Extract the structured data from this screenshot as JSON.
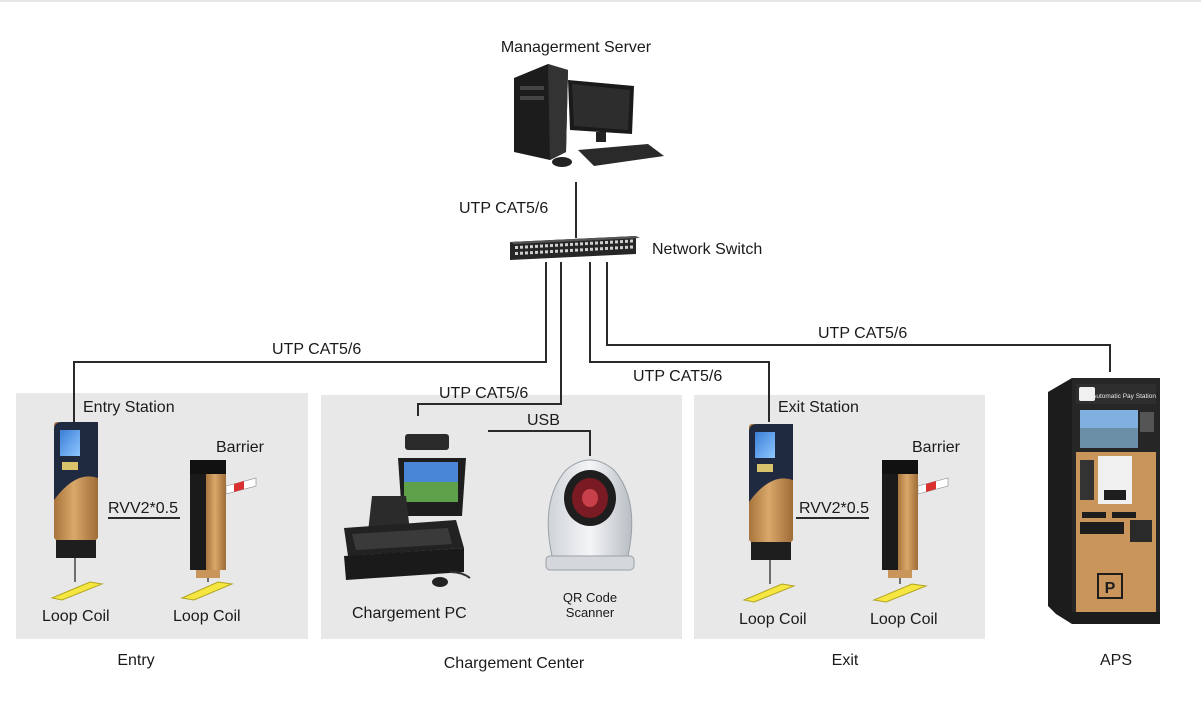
{
  "server": {
    "label": "Managerment Server"
  },
  "switch": {
    "label": "Network Switch"
  },
  "cables": {
    "server_to_switch": "UTP CAT5/6",
    "switch_to_entry": "UTP CAT5/6",
    "switch_to_pc": "UTP CAT5/6",
    "switch_to_exit": "UTP CAT5/6",
    "switch_to_aps": "UTP CAT5/6",
    "pc_to_scanner": "USB"
  },
  "entry_zone": {
    "caption": "Entry",
    "station_label": "Entry Station",
    "barrier_label": "Barrier",
    "link_label": "RVV2*0.5",
    "coil_left": "Loop Coil",
    "coil_right": "Loop Coil"
  },
  "center_zone": {
    "caption": "Chargement Center",
    "pc_label": "Chargement PC",
    "scanner_label_1": "QR Code",
    "scanner_label_2": "Scanner"
  },
  "exit_zone": {
    "caption": "Exit",
    "station_label": "Exit Station",
    "barrier_label": "Barrier",
    "link_label": "RVV2*0.5",
    "coil_left": "Loop Coil",
    "coil_right": "Loop Coil"
  },
  "aps": {
    "caption": "APS",
    "header_text": "Automatic Pay Station",
    "logo_text": "P"
  },
  "colors": {
    "zone_bg": "#e8e8e8",
    "terminal_gold": "#c9955a",
    "terminal_dark": "#1e1e1e",
    "coil_yellow": "#f5e642",
    "barrier_red": "#d93030"
  }
}
